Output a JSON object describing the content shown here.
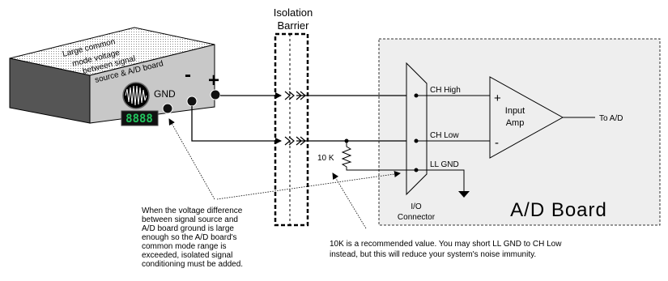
{
  "barrier": {
    "line1": "Isolation",
    "line2": "Barrier"
  },
  "source": {
    "label_lines": [
      "Large common",
      "mode voltage",
      "between signal",
      "source &  A/D board"
    ],
    "gnd": "GND",
    "minus": "-",
    "plus": "+",
    "display_text": "8888",
    "display_color": "#22c55e"
  },
  "board": {
    "title": "A/D Board",
    "connector_line1": "I/O",
    "connector_line2": "Connector",
    "pins": [
      "CH  High",
      "CH  Low",
      "LL GND"
    ],
    "amp_line1": "Input",
    "amp_line2": "Amp",
    "amp_plus": "+",
    "amp_minus": "-",
    "output": "To A/D",
    "resistor": "10 K",
    "fill_color": "#eeeeee"
  },
  "notes": {
    "left": [
      "When the voltage difference",
      "between signal source and",
      "A/D board ground is large",
      "enough so the A/D board's",
      "common mode range is",
      "exceeded, isolated signal",
      "conditioning must be added."
    ],
    "right": [
      "10K is a recommended value. You may short LL GND to CH Low",
      "instead, but this will  reduce your system's noise immunity."
    ]
  }
}
